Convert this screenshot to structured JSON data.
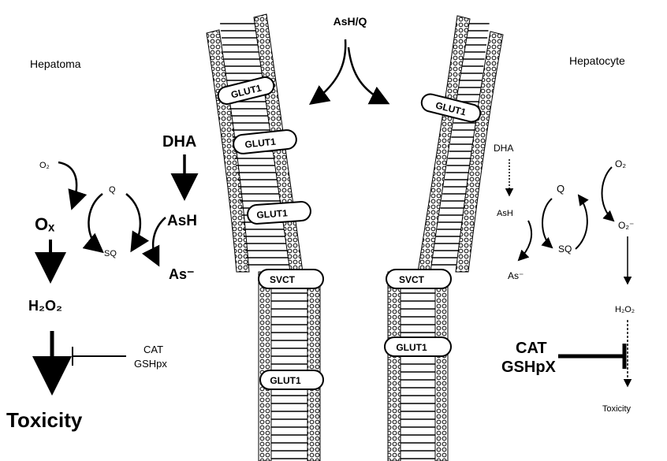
{
  "top_label": "AsH/Q",
  "left": {
    "title": "Hepatoma",
    "o2": "O₂",
    "q": "Q",
    "sq": "SQ",
    "ox": "Oₓ",
    "dha": "DHA",
    "ash": "AsH",
    "as_minus": "As⁻",
    "h2o2": "H₂O₂",
    "cat": "CAT",
    "gshpx": "GSHpx",
    "outcome": "Toxicity"
  },
  "right": {
    "title": "Hepatocyte",
    "dha": "DHA",
    "ash": "AsH",
    "as_minus": "As⁻",
    "q": "Q",
    "sq": "SQ",
    "o2": "O₂",
    "o2_radical": "O₂⁻",
    "h2o2": "H₂O₂",
    "cat": "CAT",
    "gshpx": "GSHpX",
    "outcome": "Toxicity"
  },
  "transporters": {
    "left": [
      "GLUT1",
      "GLUT1",
      "GLUT1",
      "SVCT",
      "GLUT1"
    ],
    "right": [
      "GLUT1",
      "SVCT",
      "GLUT1"
    ]
  }
}
